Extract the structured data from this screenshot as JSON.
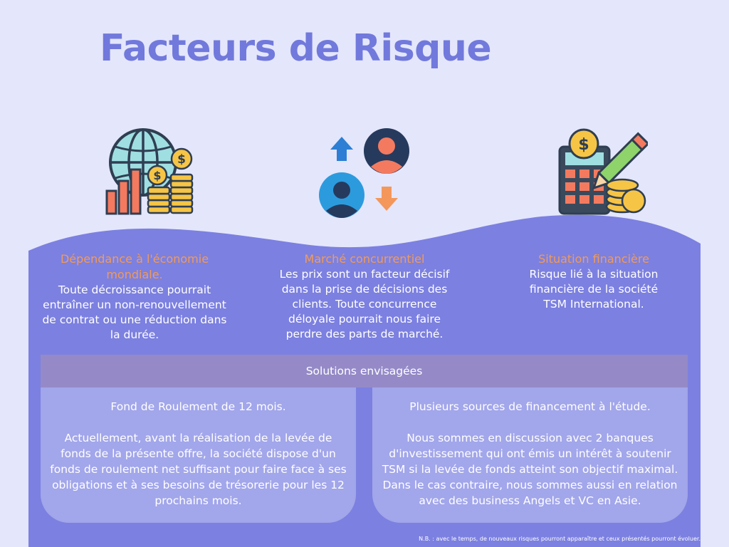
{
  "title": "Facteurs de Risque",
  "colors": {
    "accent": "#7179dc",
    "orange": "#f29a57",
    "panel": "#7c80e0",
    "bar": "#958ac7",
    "box": "#a2a6ea"
  },
  "risks": [
    {
      "icon": "global-economy-icon",
      "heading": "Dépendance à l'économie mondiale.",
      "text": "Toute décroissance pourrait entraîner un non-renouvellement de contrat ou une réduction dans la durée."
    },
    {
      "icon": "competition-icon",
      "heading": "Marché concurrentiel",
      "text": "Les prix sont un facteur décisif dans la prise de décisions des clients. Toute concurrence déloyale pourrait nous faire perdre des parts de marché."
    },
    {
      "icon": "financial-calculator-icon",
      "heading": "Situation financière",
      "text": "Risque lié à la situation financière de la société TSM International."
    }
  ],
  "solutions": {
    "heading": "Solutions envisagées",
    "items": [
      {
        "title": "Fond de Roulement de 12 mois.",
        "text": "Actuellement, avant la réalisation de la levée de fonds de la présente offre, la société dispose d'un fonds de roulement net suffisant pour faire face à ses obligations et à ses besoins de trésorerie pour les 12 prochains mois."
      },
      {
        "title": "Plusieurs sources de financement à l'étude.",
        "text": "Nous sommes en discussion avec 2 banques d'investissement qui ont émis un intérêt à soutenir TSM si la levée de fonds atteint son objectif maximal. Dans le cas contraire, nous sommes aussi en relation avec des business Angels et VC en Asie."
      }
    ]
  },
  "note": "N.B. : avec le temps, de nouveaux risques pourront apparaître et ceux présentés pourront évoluer."
}
